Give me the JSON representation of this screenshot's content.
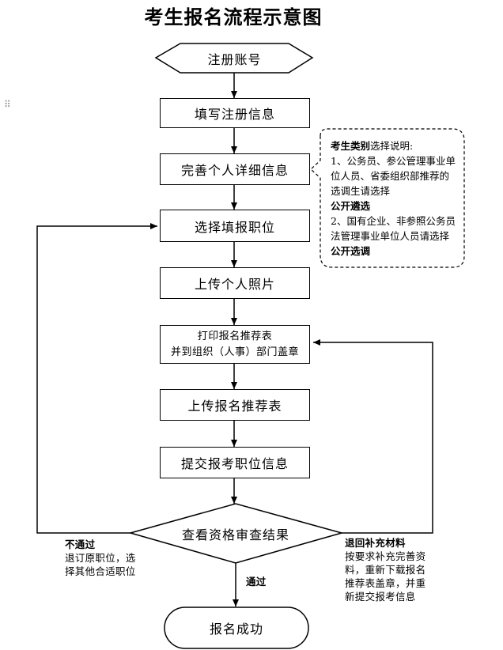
{
  "title": "考生报名流程示意图",
  "drag_handle_icon": "drag-dots",
  "steps": {
    "register": "注册账号",
    "fill_info": "填写注册信息",
    "complete_info": "完善个人详细信息",
    "choose_position": "选择填报职位",
    "upload_photo": "上传个人照片",
    "print_form_line1": "打印报名推荐表",
    "print_form_line2": "并到组织（人事）部门盖章",
    "upload_form": "上传报名推荐表",
    "submit": "提交报考职位信息",
    "review": "查看资格审查结果",
    "success": "报名成功"
  },
  "category_note": {
    "heading_bold": "考生类别",
    "heading_rest": "选择说明:",
    "item1_text": "1、公务员、参公管理事业单位人员、省委组织部推荐的选调生请选择",
    "item1_bold": "公开遴选",
    "item2_text": "2、国有企业、非参照公务员法管理事业单位人员请选择",
    "item2_bold": "公开选调"
  },
  "fail_note": {
    "heading": "不通过",
    "line1": "退订原职位，选",
    "line2": "择其他合适职位"
  },
  "pass_label": "通过",
  "return_note": {
    "heading": "退回补充材料",
    "line1": "按要求补充完善资",
    "line2": "料，重新下载报名",
    "line3": "推荐表盖章，并重",
    "line4": "新提交报考信息"
  }
}
